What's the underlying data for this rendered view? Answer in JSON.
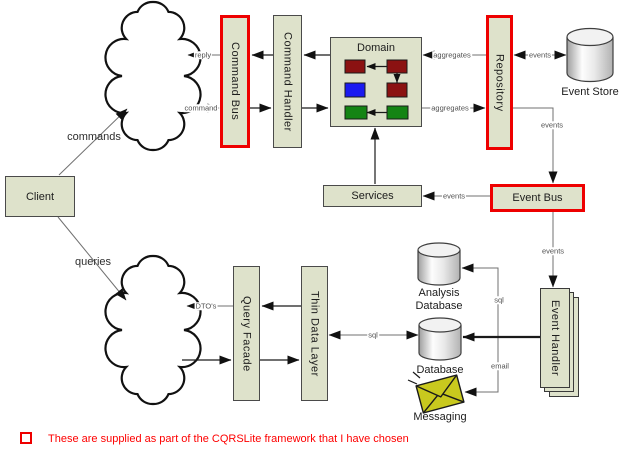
{
  "diagram": {
    "nodes": {
      "client": "Client",
      "command_bus": "Command Bus",
      "command_handler": "Command Handler",
      "domain": "Domain",
      "repository": "Repository",
      "event_store": "Event Store",
      "services": "Services",
      "event_bus": "Event Bus",
      "query_facade": "Query Facade",
      "thin_data_layer": "Thin Data Layer",
      "analysis_database": "Analysis Database",
      "database": "Database",
      "messaging": "Messaging",
      "event_handler": "Event Handler"
    },
    "edge_labels": {
      "commands": "commands",
      "queries": "queries",
      "reply": "reply",
      "command": "command",
      "aggregates_in": "aggregates",
      "aggregates_out": "aggregates",
      "events_store": "events",
      "events_repo_bus": "events",
      "events_bus_services": "events",
      "events_bus_handler": "events",
      "dtos": "DTO's",
      "sql_read": "sql",
      "sql_analysis": "sql",
      "email": "email"
    },
    "legend": {
      "text": "These are supplied as part of the CQRSLite framework that I have chosen"
    },
    "colors": {
      "node_fill": "#dee2cb",
      "highlight_border": "#ee0000",
      "aggregate_red": "#8b1212",
      "aggregate_blue": "#1a1af0",
      "aggregate_green": "#148414",
      "messaging_yellow": "#c9c91e",
      "legend_text": "#fe0000"
    }
  }
}
